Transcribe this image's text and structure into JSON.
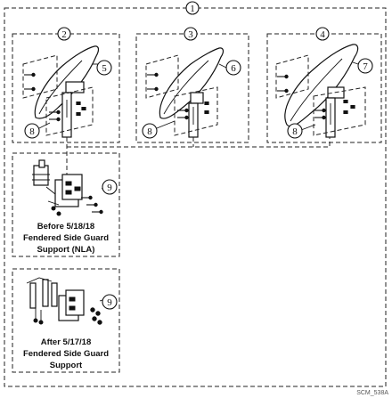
{
  "diagram": {
    "callouts": {
      "main": "1",
      "left_assembly": "2",
      "middle_assembly": "3",
      "right_assembly": "4",
      "left_guard": "5",
      "middle_guard": "6",
      "right_guard": "7",
      "left_hardware": "8",
      "middle_hardware": "8",
      "right_hardware": "8",
      "support_before": "9",
      "support_after": "9"
    },
    "captions": {
      "before": [
        "Before 5/18/18",
        "Fendered Side Guard",
        "Support (NLA)"
      ],
      "after": [
        "After 5/17/18",
        "Fendered Side Guard",
        "Support"
      ]
    },
    "reference_code": "SCM_538A"
  }
}
